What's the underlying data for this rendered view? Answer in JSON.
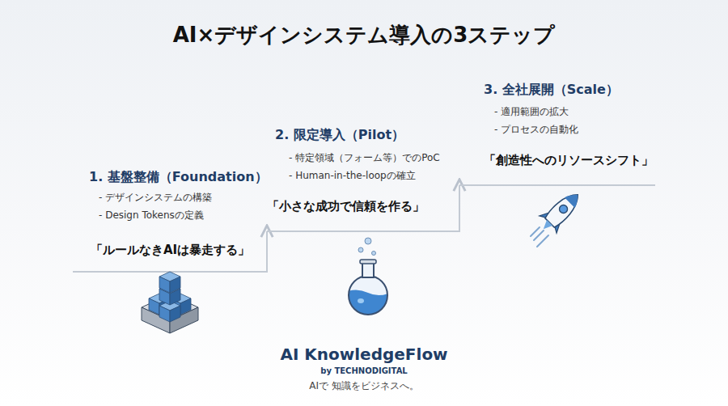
{
  "diagram": {
    "title": "AI×デザインシステム導入の3ステップ",
    "labels": [
      "1. 基盤整備（Foundation）",
      "- デザインシステムの構築",
      "- Design Tokensの定義",
      "「ルールなきAIは暴走する」",
      "2. 限定導入（Pilot）",
      "- 特定領域（フォーム等）でのPoC",
      "- Human-in-the-loopの確立",
      "「小さな成功で信頼を作る」",
      "3. 全社展開（Scale）",
      "- 適用範囲の拡大",
      "- プロセスの自動化",
      "「創造性へのリソースシフト」",
      "AI KnowledgeFlow",
      "by TECHNODIGITAL",
      "AIで 知識をビジネスへ。"
    ]
  }
}
